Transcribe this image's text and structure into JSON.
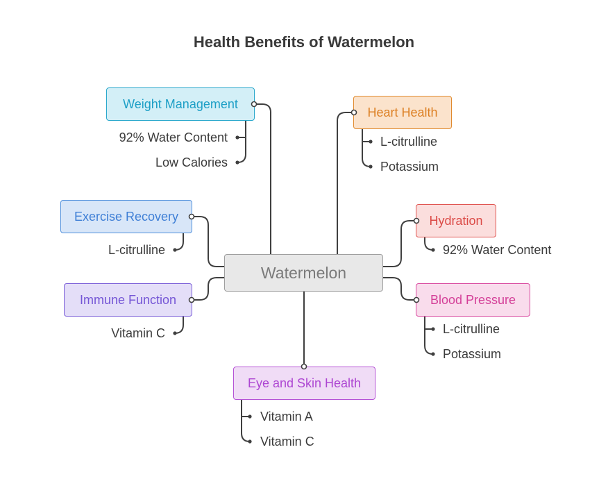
{
  "title": "Health Benefits of Watermelon",
  "central": {
    "label": "Watermelon"
  },
  "colors": {
    "weight": {
      "fill": "#d3eff7",
      "stroke": "#2aa8cc",
      "text": "#1d9fc6"
    },
    "heart": {
      "fill": "#fbe3cc",
      "stroke": "#e08a2e",
      "text": "#dc7f22"
    },
    "exercise": {
      "fill": "#d8e6f8",
      "stroke": "#4f8fdc",
      "text": "#3f7fd6"
    },
    "hydration": {
      "fill": "#fbdedd",
      "stroke": "#e05450",
      "text": "#db4a46"
    },
    "immune": {
      "fill": "#e4def8",
      "stroke": "#7b5fd8",
      "text": "#7556d6"
    },
    "blood": {
      "fill": "#f9dcec",
      "stroke": "#d94aa0",
      "text": "#d43f98"
    },
    "eye": {
      "fill": "#f0dcf6",
      "stroke": "#b552d6",
      "text": "#ad46d2"
    },
    "line": "#3f3f3f"
  },
  "topics": {
    "weight": {
      "label": "Weight Management",
      "leaves": [
        "92% Water Content",
        "Low Calories"
      ]
    },
    "heart": {
      "label": "Heart Health",
      "leaves": [
        "L-citrulline",
        "Potassium"
      ]
    },
    "exercise": {
      "label": "Exercise Recovery",
      "leaves": [
        "L-citrulline"
      ]
    },
    "hydration": {
      "label": "Hydration",
      "leaves": [
        "92% Water Content"
      ]
    },
    "immune": {
      "label": "Immune Function",
      "leaves": [
        "Vitamin C"
      ]
    },
    "blood": {
      "label": "Blood Pressure",
      "leaves": [
        "L-citrulline",
        "Potassium"
      ]
    },
    "eye": {
      "label": "Eye and Skin Health",
      "leaves": [
        "Vitamin A",
        "Vitamin C"
      ]
    }
  }
}
